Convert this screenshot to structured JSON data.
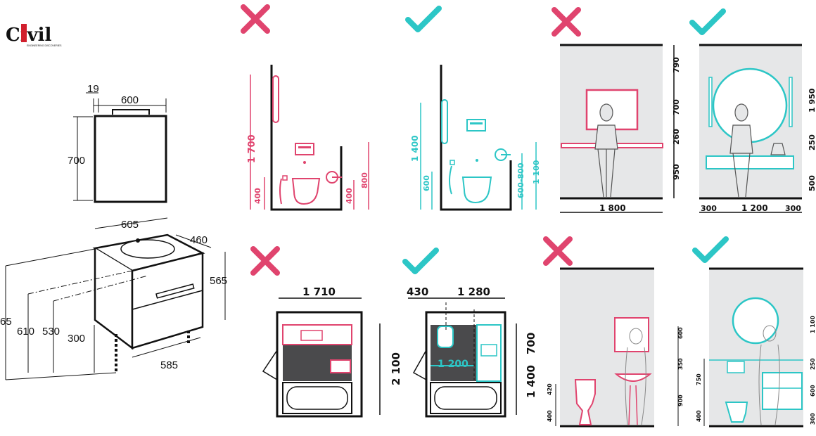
{
  "colors": {
    "bad": "#e0446e",
    "good": "#2cc6c6",
    "ink": "#111111",
    "wall": "#e6e7e8",
    "floor": "#4a4a4c"
  },
  "logo": {
    "text": "Civil",
    "sub": "ENGINEERING DISCOVERIES"
  },
  "cabinet": {
    "mirror": {
      "d19": "19",
      "d600": "600",
      "d700": "700"
    },
    "vanity": {
      "d605": "605",
      "d460": "460",
      "d565": "565",
      "d65": "65",
      "d610": "610",
      "d530": "530",
      "d300": "300",
      "d585": "585"
    }
  },
  "marks": {
    "bad": "cross-icon",
    "good": "check-icon"
  },
  "panel_wc_bad": {
    "h1700": "1 700",
    "h400a": "400",
    "h400b": "400",
    "h800": "800"
  },
  "panel_wc_good": {
    "h1400": "1 400",
    "h600": "600",
    "h600_800": "600-800",
    "h1100": "1 100"
  },
  "panel_vanity_bad": {
    "h790": "790",
    "h700": "700",
    "h260": "260",
    "h950": "950",
    "w1800": "1 800"
  },
  "panel_vanity_good": {
    "h1950": "1 950",
    "h250": "250",
    "h500": "500",
    "w300a": "300",
    "w1200": "1 200",
    "w300b": "300"
  },
  "plan_bad": {
    "w1710": "1 710",
    "h2100": "2 100"
  },
  "plan_good": {
    "w430": "430",
    "w1280": "1 280",
    "w1200": "1 200",
    "h700": "700",
    "h1400": "1 400"
  },
  "elev_bad": {
    "h600": "600",
    "h350": "350",
    "h900": "900",
    "h420": "420",
    "h400": "400"
  },
  "elev_good": {
    "h1100": "1 100",
    "h750": "750",
    "h400": "400",
    "h250": "250",
    "h600": "600",
    "h300": "300"
  }
}
